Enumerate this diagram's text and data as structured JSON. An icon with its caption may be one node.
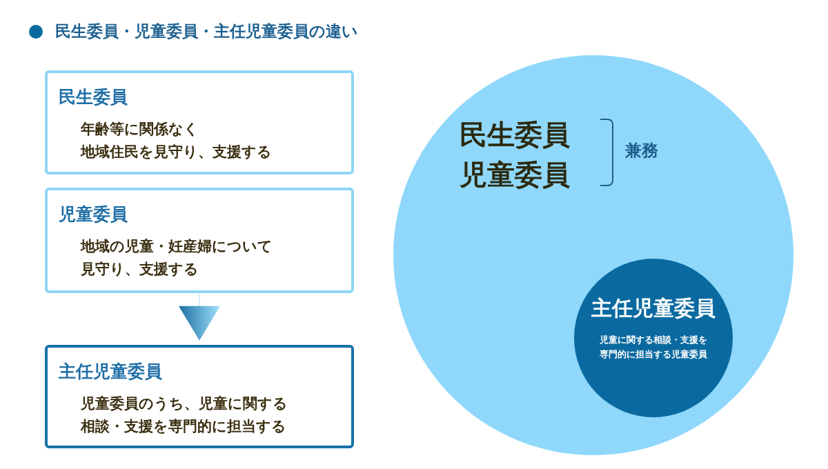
{
  "diagram": {
    "title": "民生委員・児童委員・主任児童委員の違い",
    "nodes": [
      {
        "text": [
          "民生委員",
          "年齢等に関係なく地域住民を見守り、支援する"
        ]
      },
      {
        "text": [
          "児童委員",
          "地域の児童・妊産婦について見守り、支援する"
        ]
      },
      {
        "text": [
          "主任児童委員",
          "児童委員のうち、児童に関する相談・支援を専門的に担当する"
        ]
      },
      {
        "text": [
          "民生委員",
          "児童委員",
          "兼務"
        ]
      },
      {
        "text": [
          "主任児童委員",
          "児童に関する相談・支援を専門的に担当する児童委員"
        ],
        "in": 3
      }
    ],
    "edges": [
      {
        "from": 1,
        "to": 2,
        "arrow": "to"
      }
    ]
  }
}
